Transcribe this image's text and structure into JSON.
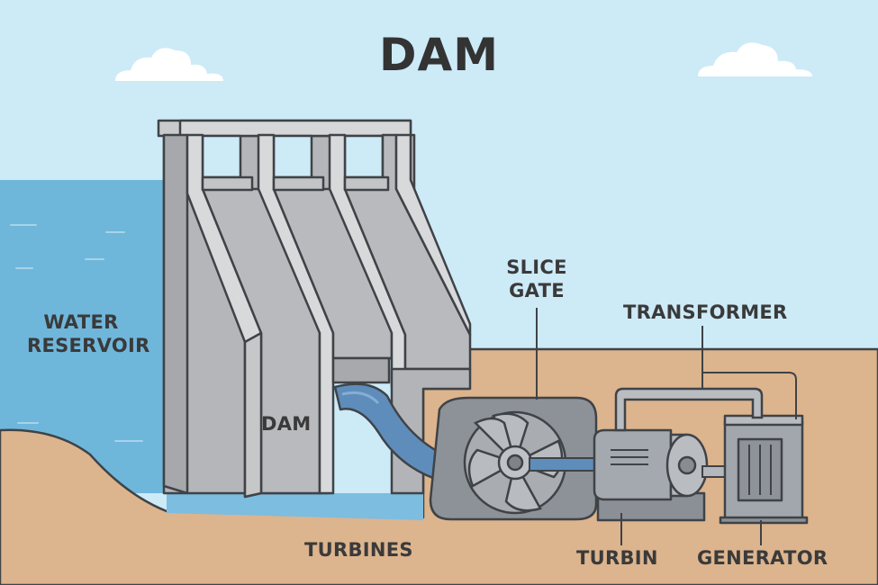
{
  "title": "DAM",
  "labels": {
    "water_reservoir": [
      "WATER",
      "RESERVOIR"
    ],
    "dam": "DAM",
    "slice_gate": [
      "SLICE",
      "GATE"
    ],
    "transformer": "TRANSFORMER",
    "turbines": "TURBINES",
    "turbin": "TURBIN",
    "generator": "GENERATOR"
  },
  "colors": {
    "sky": "#cdeaf7",
    "water": "#72b8dc",
    "ground": "#dcb48e",
    "concrete": "#b8b9bc",
    "concrete_light": "#d9dadc",
    "pipe": "#5e8dbb",
    "machine": "#9fa4ab",
    "outline": "#3f4347",
    "text": "#3a3a3a"
  },
  "icons": [
    "cloud",
    "turbine-fan",
    "motor",
    "transformer-box"
  ]
}
